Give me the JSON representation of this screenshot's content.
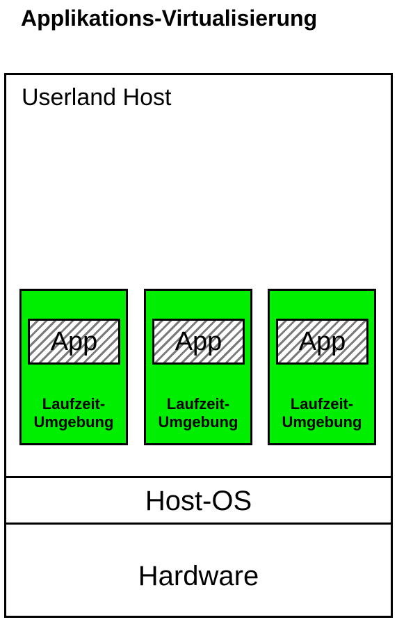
{
  "title": "Applikations-Virtualisierung",
  "userland": {
    "label": "Userland Host",
    "runtimes": [
      {
        "app_label": "App",
        "runtime_label": "Laufzeit-\nUmgebung"
      },
      {
        "app_label": "App",
        "runtime_label": "Laufzeit-\nUmgebung"
      },
      {
        "app_label": "App",
        "runtime_label": "Laufzeit-\nUmgebung"
      }
    ]
  },
  "host_os": {
    "label": "Host-OS"
  },
  "hardware": {
    "label": "Hardware"
  },
  "colors": {
    "runtime_fill": "#00ee00",
    "app_hatch": "#7a7a7a",
    "border": "#000000",
    "background": "#ffffff"
  }
}
